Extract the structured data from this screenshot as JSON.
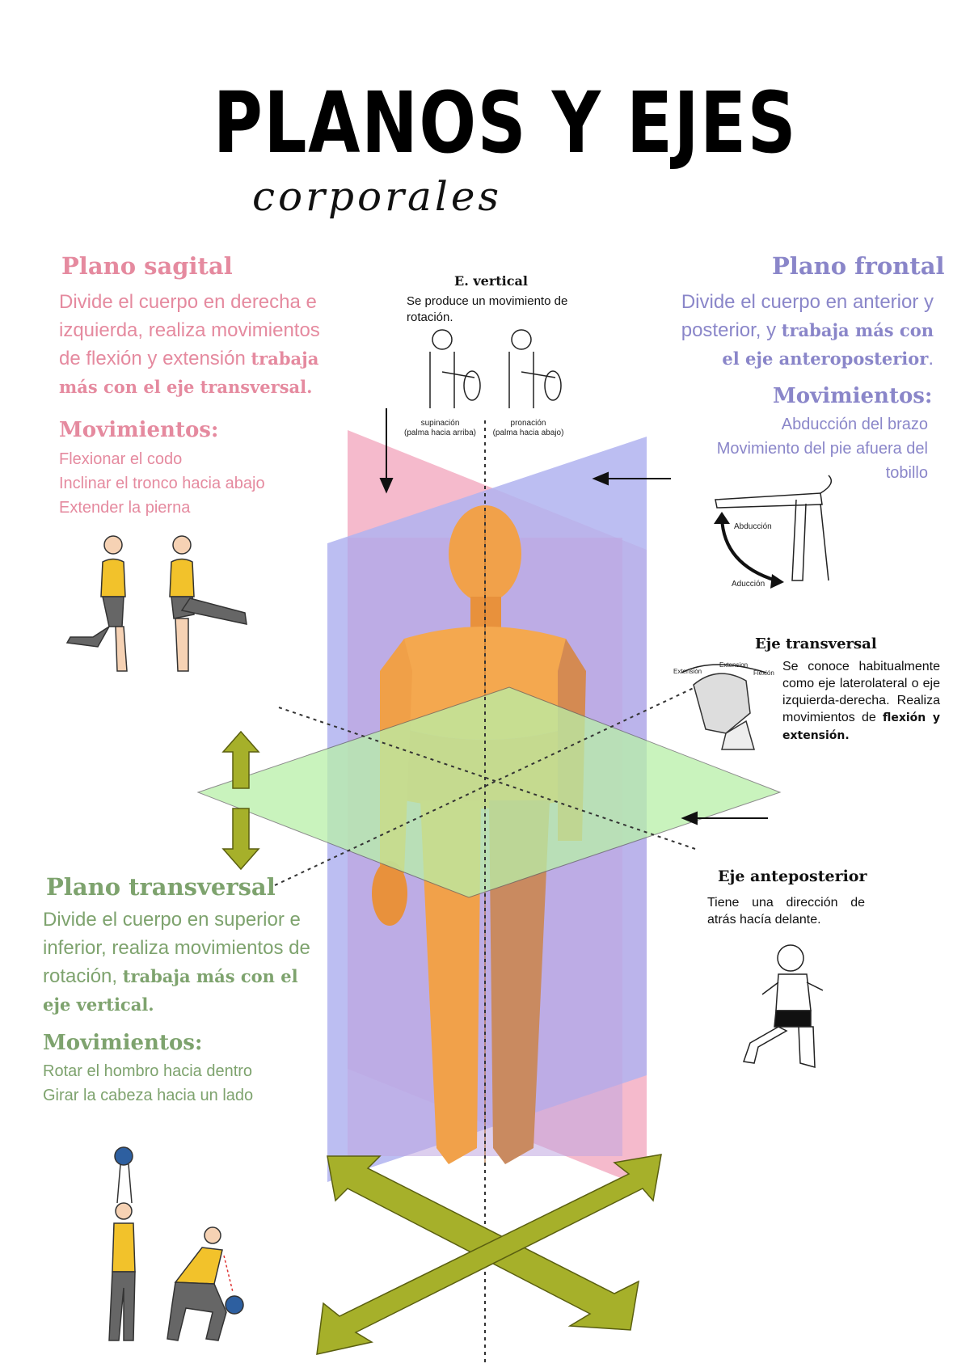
{
  "title": "PLANOS Y EJES",
  "subtitle": "corporales",
  "colors": {
    "sagital": "#e58a9f",
    "frontal": "#8a86c9",
    "transversal": "#7ea36e",
    "sagital_plane": "#f4b3c6",
    "frontal_plane": "#b0b3f0",
    "transversal_plane": "#b8f0a8",
    "arrows": "#a6b02a"
  },
  "sagital": {
    "heading": "Plano sagital",
    "desc_plain": "Divide el cuerpo en derecha e izquierda, realiza movimientos de flexión y extensión ",
    "desc_bold": "trabaja más con el eje transversal.",
    "mov_heading": "Movimientos:",
    "movements": [
      "Flexionar el codo",
      "Inclinar el tronco hacia abajo",
      "Extender la pierna"
    ]
  },
  "frontal": {
    "heading": "Plano frontal",
    "desc_plain": "Divide el cuerpo en anterior y posterior, y ",
    "desc_bold": "trabaja más con el eje anteroposterior",
    "desc_end": ".",
    "mov_heading": "Movimientos:",
    "movements": [
      "Abducción del brazo",
      "Movimiento del pie afuera del",
      "tobillo"
    ]
  },
  "transversal": {
    "heading": "Plano transversal",
    "desc_plain": "Divide el cuerpo en superior e inferior, realiza movimientos de rotación, ",
    "desc_bold": "trabaja más con el eje vertical.",
    "mov_heading": "Movimientos:",
    "movements": [
      "Rotar el hombro hacia dentro",
      "Girar la cabeza hacia un lado"
    ]
  },
  "eje_vertical": {
    "title": "E. vertical",
    "text": "Se produce un movimiento de rotación.",
    "label_sup": "supinación",
    "label_sup_sub": "(palma hacia arriba)",
    "label_pro": "pronación",
    "label_pro_sub": "(palma hacia abajo)"
  },
  "eje_transversal": {
    "title": "Eje transversal",
    "text_plain": "Se conoce habitualmente como eje laterolateral o eje izquierda-derecha. Realiza movimientos de ",
    "text_bold": "flexión y extensión.",
    "label_ext": "Extensión",
    "label_ext2": "Extension",
    "label_flex": "Flexión"
  },
  "eje_anteposterior": {
    "title": "Eje anteposterior",
    "text": "Tiene una dirección de atrás hacía delante."
  },
  "abduction_labels": {
    "abd": "Abducción",
    "add": "Aducción"
  }
}
